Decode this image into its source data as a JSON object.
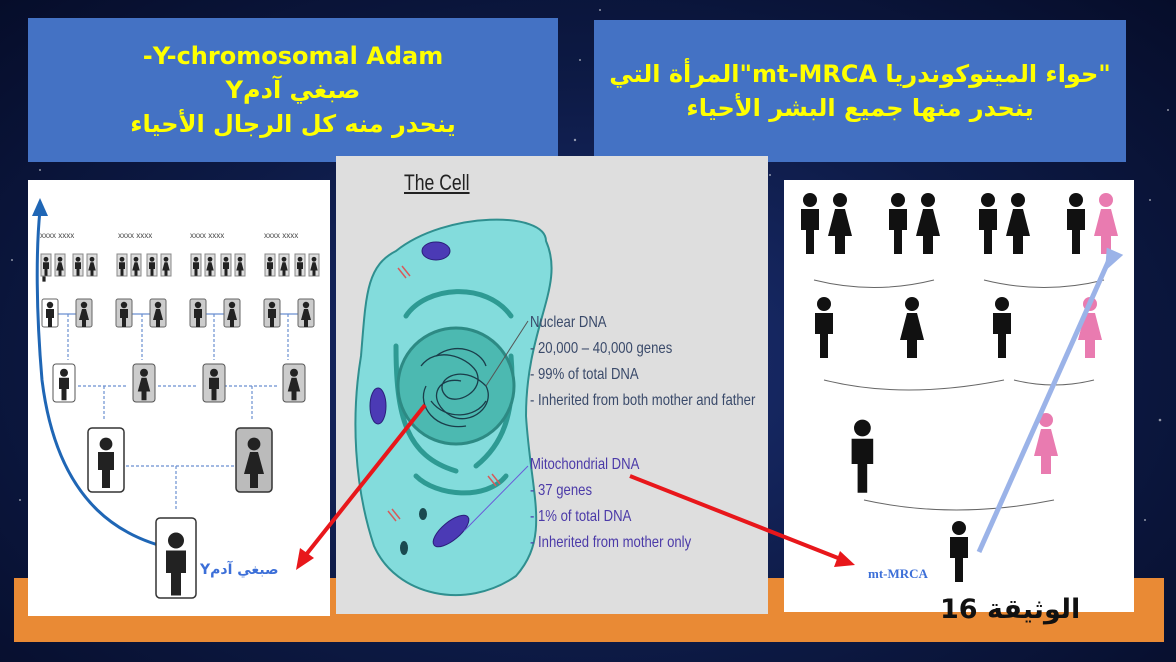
{
  "left_title": {
    "line1": "Y-chromosomal Adam-",
    "line2": "صبغي آدمY",
    "line3": "ينحدر منه كل الرجال الأحياء"
  },
  "right_title": {
    "line1": "\"حواء الميتوكوندريا mt-MRCA\"المرأة التي",
    "line2": "ينحدر منها جميع البشر الأحياء"
  },
  "cell": {
    "title": "The Cell",
    "nuclear": [
      "Nuclear DNA",
      "-   20,000 – 40,000 genes",
      "-   99% of total DNA",
      "-   Inherited from both mother and father"
    ],
    "mito": [
      "Mitochondrial DNA",
      "-   37 genes",
      "-   1% of total DNA",
      "-   Inherited from mother only"
    ]
  },
  "left_panel": {
    "label": "صبغي آدمY"
  },
  "right_panel": {
    "label": "mt-MRCA"
  },
  "footer": {
    "doc_label": "الوثيقة 16"
  },
  "colors": {
    "title_bg": "#4472c4",
    "title_text": "#ffff00",
    "bar": "#e98a35",
    "arrow_red": "#e8171b",
    "arrow_blue": "#9bb3e8",
    "female_pink": "#e97bb0",
    "cell_cyan": "#7fd8d8",
    "nucleus": "#3fb7b0",
    "mito_purple": "#4b3ab5"
  }
}
